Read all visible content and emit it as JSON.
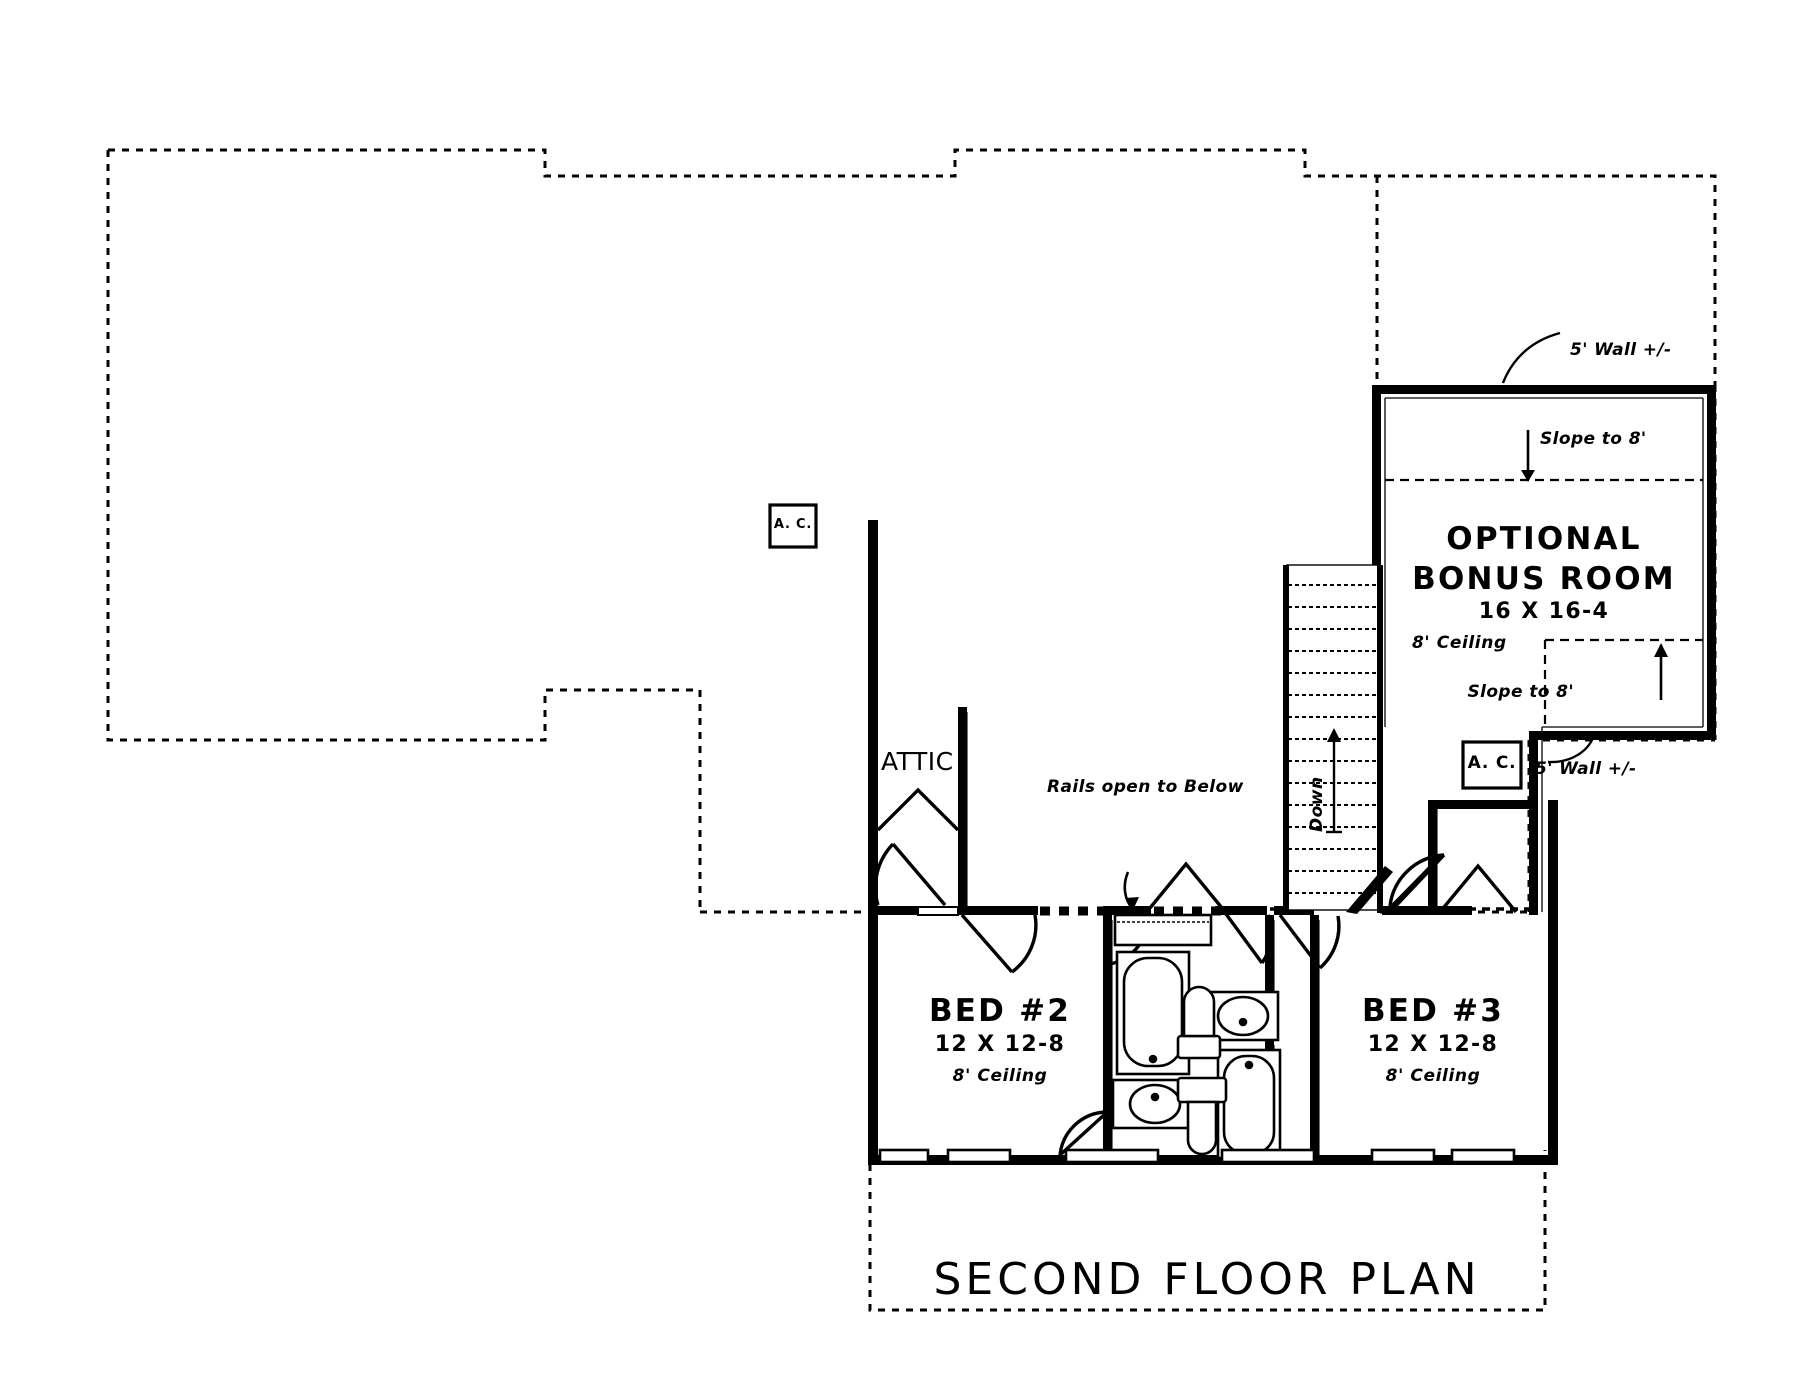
{
  "drawing": {
    "title": "SECOND FLOOR PLAN",
    "type": "architectural-floor-plan",
    "line_color": "#000000",
    "background_color": "#ffffff"
  },
  "rooms": [
    {
      "id": "bonus",
      "name_line1": "OPTIONAL",
      "name_line2": "BONUS ROOM",
      "dimensions": "16 X 16-4",
      "ceiling": "8' Ceiling"
    },
    {
      "id": "bed2",
      "name": "BED #2",
      "dimensions": "12 X 12-8",
      "ceiling": "8' Ceiling"
    },
    {
      "id": "bed3",
      "name": "BED #3",
      "dimensions": "12 X 12-8",
      "ceiling": "8' Ceiling"
    },
    {
      "id": "attic",
      "name": "ATTIC"
    }
  ],
  "annotations": {
    "wall_top": "5' Wall +/-",
    "wall_bottom": "5' Wall +/-",
    "slope_top": "Slope to 8'",
    "slope_bottom": "Slope to 8'",
    "rails": "Rails open to Below",
    "stairs": "Down",
    "ac_left": "A. C.",
    "ac_right": "A. C."
  }
}
